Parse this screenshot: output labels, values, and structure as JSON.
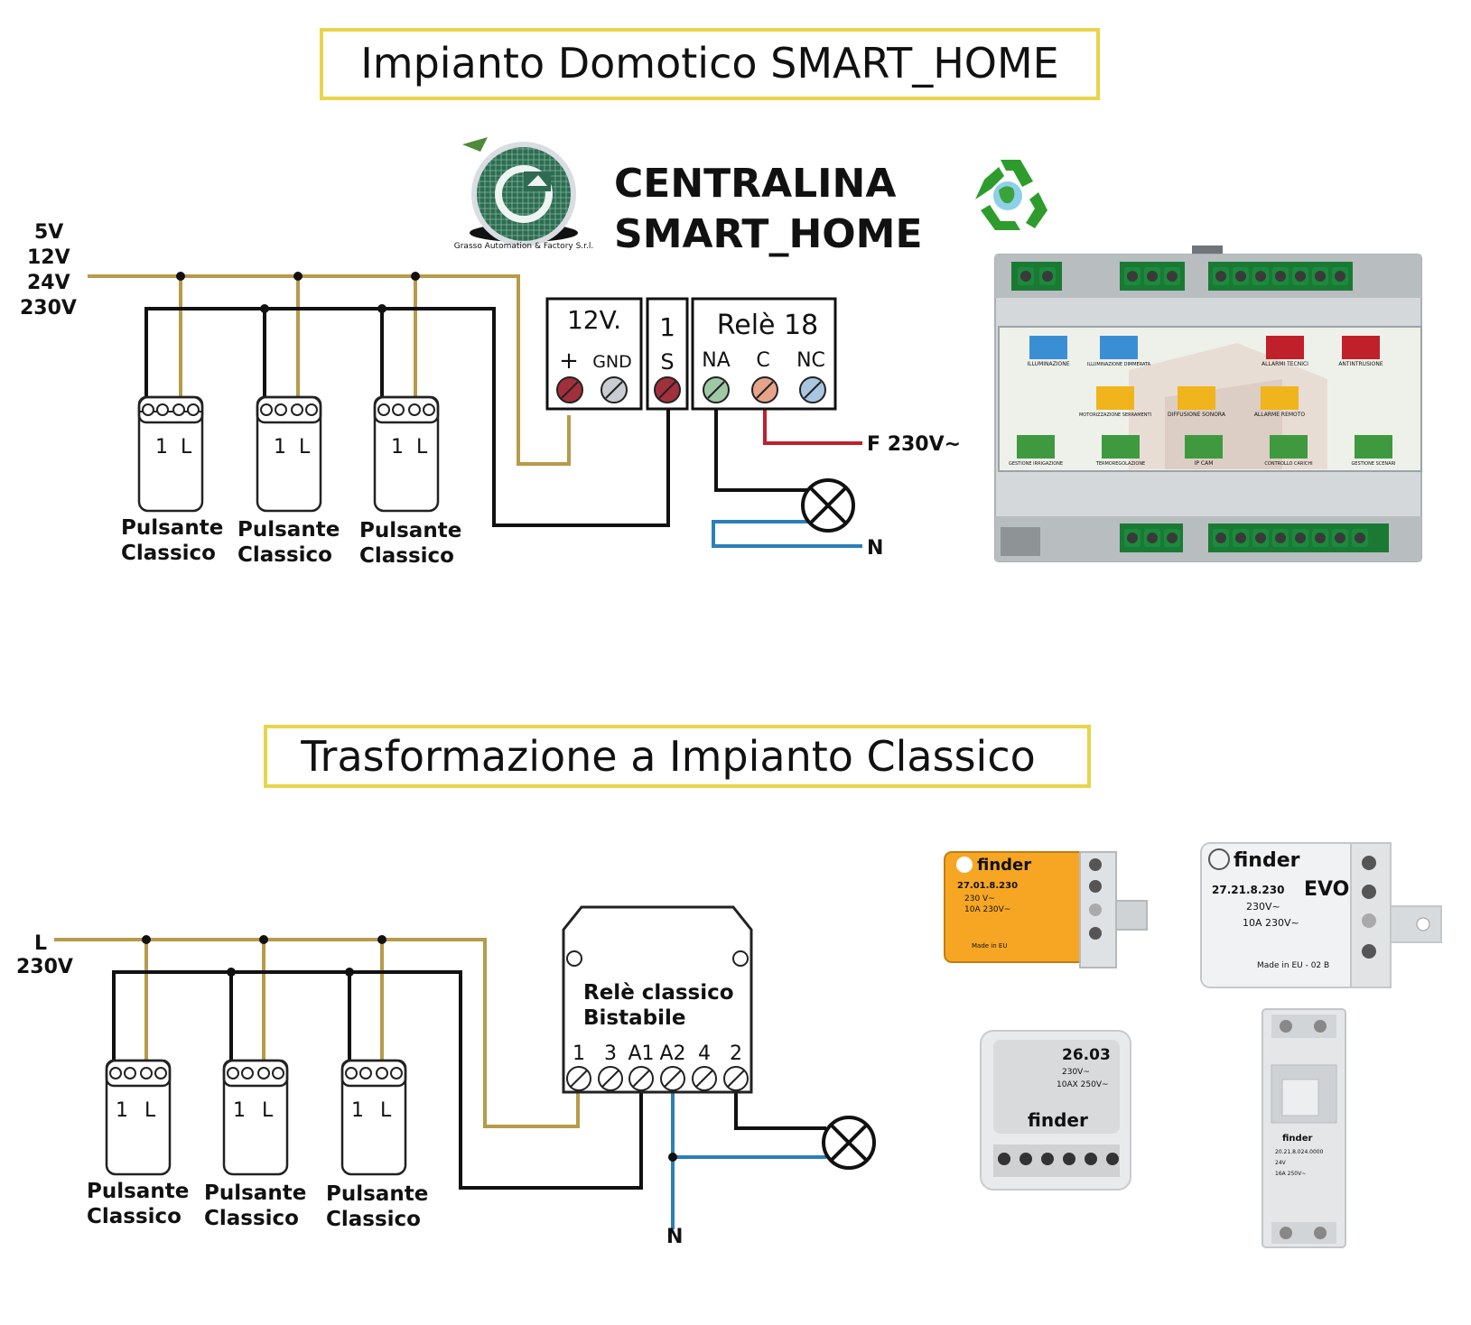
{
  "titles": {
    "top": "Impianto Domotico SMART_HOME",
    "bottom": "Trasformazione a Impianto Classico"
  },
  "brand": {
    "line1": "CENTRALINA",
    "line2": "SMART_HOME",
    "logo_caption": "Grasso Automation & Factory S.r.l."
  },
  "top_diagram": {
    "supply_labels": [
      "5V",
      "12V",
      "24V",
      "230V"
    ],
    "buttons": [
      {
        "terminals": [
          "1",
          "L"
        ],
        "caption_line1": "Pulsante",
        "caption_line2": "Classico"
      },
      {
        "terminals": [
          "1",
          "L"
        ],
        "caption_line1": "Pulsante",
        "caption_line2": "Classico"
      },
      {
        "terminals": [
          "1",
          "L"
        ],
        "caption_line1": "Pulsante",
        "caption_line2": "Classico"
      }
    ],
    "power_block": {
      "label": "12V.",
      "plus": "+",
      "gnd": "GND"
    },
    "input_block": {
      "number": "1",
      "label": "S"
    },
    "relay_block": {
      "label": "Relè 18",
      "na": "NA",
      "c": "C",
      "nc": "NC"
    },
    "phase_label": "F 230V~",
    "neutral_label": "N"
  },
  "device_panel": {
    "icons": [
      "ILLUMINAZIONE",
      "ILLUMINAZIONE DIMMERATA",
      "ALLARMI TECNICI",
      "ANTINTRUSIONE",
      "MOTORIZZAZIONE SERRAMENTI",
      "DIFFUSIONE SONORA",
      "ALLARME REMOTO",
      "GESTIONE IRRIGAZIONE",
      "TERMOREGOLAZIONE",
      "IP CAM",
      "CONTROLLO CARICHI",
      "GESTIONE SCENARI"
    ]
  },
  "bottom_diagram": {
    "line_label": "L",
    "voltage_label": "230V",
    "buttons": [
      {
        "terminals": [
          "1",
          "L"
        ],
        "caption_line1": "Pulsante",
        "caption_line2": "Classico"
      },
      {
        "terminals": [
          "1",
          "L"
        ],
        "caption_line1": "Pulsante",
        "caption_line2": "Classico"
      },
      {
        "terminals": [
          "1",
          "L"
        ],
        "caption_line1": "Pulsante",
        "caption_line2": "Classico"
      }
    ],
    "relay": {
      "line1": "Relè classico",
      "line2": "Bistabile",
      "terminals": [
        "1",
        "3",
        "A1",
        "A2",
        "4",
        "2"
      ]
    },
    "neutral_label": "N"
  },
  "products": [
    {
      "brand": "finder",
      "model": "27.01.8.230",
      "rating1": "230 V~",
      "rating2": "10A 230V~",
      "note": "Made in EU"
    },
    {
      "brand": "finder",
      "model": "27.21.8.230",
      "suffix": "EVO",
      "rating1": "230V~",
      "rating2": "10A 230V~",
      "note": "Made in EU - 02 B"
    },
    {
      "brand": "finder",
      "model": "26.03",
      "rating1": "230V~",
      "rating2": "10AX 250V~"
    },
    {
      "brand": "finder",
      "model": "20.21.8.024.0000",
      "rating1": "24V",
      "rating2": "16A 250V~"
    }
  ],
  "colors": {
    "title_border": "#e8d44a",
    "wire_ochre": "#b79a4a",
    "wire_black": "#111111",
    "wire_red": "#c0202a",
    "wire_blue": "#2b7fb8",
    "terminal_red": "#a2303c",
    "terminal_green": "#9fc9a5",
    "terminal_salmon": "#e6a48a",
    "terminal_blue": "#a9c6e0"
  }
}
